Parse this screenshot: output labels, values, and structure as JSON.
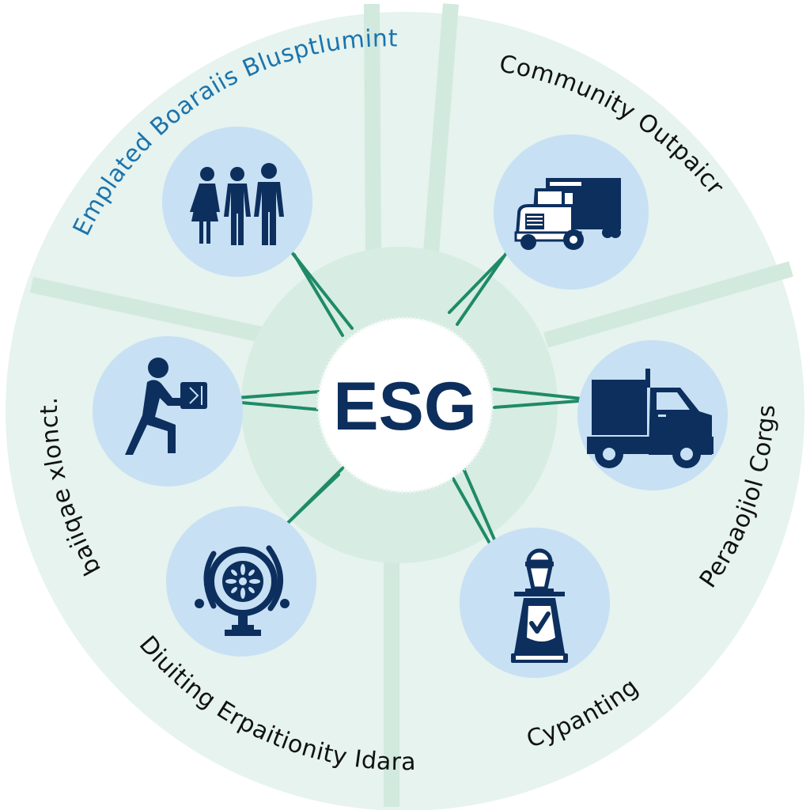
{
  "diagram": {
    "center": {
      "label": "ESG"
    },
    "colors": {
      "outer_disc": "#e6f3ee",
      "inner_ring": "#d5ebe2",
      "divider": "#cfe7dc",
      "node_fill": "#c7e0f4",
      "icon": "#0d2f5e",
      "arrow": "#1f8a68",
      "title_blue": "#1b74ad",
      "title_dark": "#111111"
    },
    "nodes": [
      {
        "id": "employees",
        "icon": "people-group-icon",
        "label": "Emplated Boaraiis Blusptlumint",
        "label_color": "blue"
      },
      {
        "id": "community",
        "icon": "box-truck-icon",
        "label": "Community Outpaicr",
        "label_color": "dark"
      },
      {
        "id": "logistics",
        "icon": "delivery-truck-icon",
        "label": "Peraaojiol Corgs",
        "label_color": "dark"
      },
      {
        "id": "compliance",
        "icon": "tower-checkmark-icon",
        "label": "Cypanting",
        "label_color": "dark"
      },
      {
        "id": "diversity",
        "icon": "wheel-stand-icon",
        "label": "Diuiting Erpaitionity Idara",
        "label_color": "dark"
      },
      {
        "id": "workplace",
        "icon": "person-carrying-box-icon",
        "label": "baiiqae xlonct.",
        "label_color": "dark"
      }
    ]
  }
}
